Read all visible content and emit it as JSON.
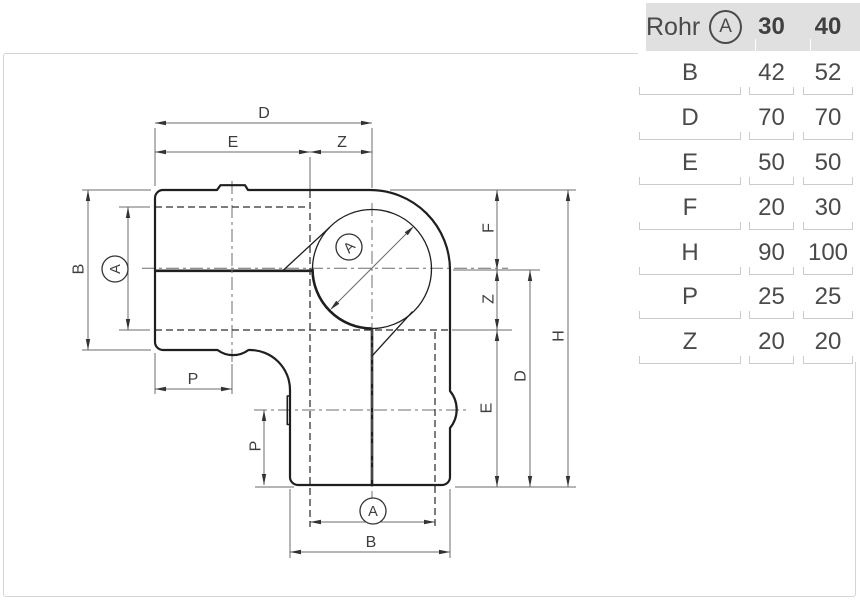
{
  "colors": {
    "outline": "#1f1f1f",
    "hidden_line": "#2e2e2e",
    "center_line": "#6f6f6f",
    "dim_line": "#6b6b6b",
    "arrow": "#333333",
    "label_text": "#3d3d3d",
    "frame_border": "#d4d4d4",
    "table_header_bg": "#e0e0e0",
    "table_cell_border": "#cbcbcb",
    "table_text": "#4a4a4a"
  },
  "drawing": {
    "labels": {
      "d_top": "D",
      "e_top": "E",
      "z_top": "Z",
      "b_left": "B",
      "a_left": "A",
      "a_diameter": "A",
      "f_right": "F",
      "z_right": "Z",
      "e_right": "E",
      "d_right": "D",
      "h_right": "H",
      "p_horizontal": "P",
      "p_vertical": "P",
      "a_bottom": "A",
      "b_bottom": "B"
    }
  },
  "table": {
    "header": {
      "label": "Rohr",
      "symbol": "A",
      "col30": "30",
      "col40": "40"
    },
    "rows": [
      {
        "dim": "B",
        "v30": "42",
        "v40": "52"
      },
      {
        "dim": "D",
        "v30": "70",
        "v40": "70"
      },
      {
        "dim": "E",
        "v30": "50",
        "v40": "50"
      },
      {
        "dim": "F",
        "v30": "20",
        "v40": "30"
      },
      {
        "dim": "H",
        "v30": "90",
        "v40": "100"
      },
      {
        "dim": "P",
        "v30": "25",
        "v40": "25"
      },
      {
        "dim": "Z",
        "v30": "20",
        "v40": "20"
      }
    ]
  }
}
